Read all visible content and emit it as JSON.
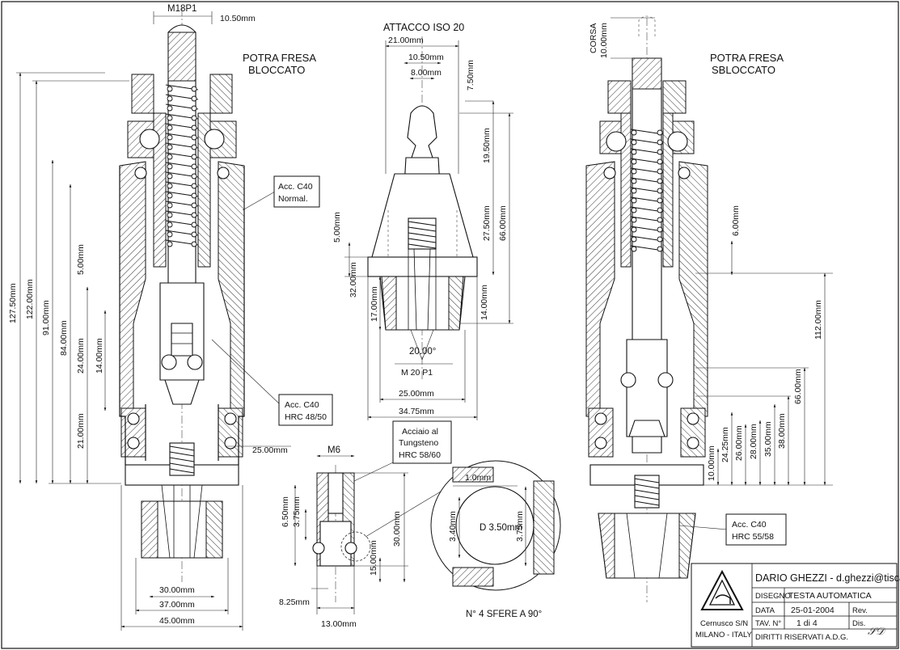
{
  "views": {
    "left": {
      "title_line1": "POTRA FRESA",
      "title_line2": "BLOCCATO",
      "thread": "M18P1",
      "dim_top": "10.50mm",
      "dims": {
        "h1": "127.50mm",
        "h2": "122.00mm",
        "h3": "91.00mm",
        "h4": "84.00mm",
        "h5": "5.00mm",
        "h6": "24.00mm",
        "h7": "14.00mm",
        "h8": "21.00mm",
        "w1": "30.00mm",
        "w2": "37.00mm",
        "w3": "45.00mm",
        "w4": "25.00mm"
      },
      "callout_a_line1": "Acc. C40",
      "callout_a_line2": "Normal.",
      "callout_b_line1": "Acc. C40",
      "callout_b_line2": "HRC 48/50"
    },
    "center": {
      "title": "ATTACCO ISO 20",
      "dims": {
        "w1": "21.00mm",
        "w2": "10.50mm",
        "w3": "8.00mm",
        "v1": "7.50mm",
        "v2": "19.50mm",
        "v3": "27.50mm",
        "v4": "66.00mm",
        "v5": "5.00mm",
        "v6": "32.00mm",
        "v7": "17.00mm",
        "v8": "14.00mm",
        "angle": "20.00°",
        "thread": "M 20 P1",
        "w4": "25.00mm",
        "w5": "34.75mm"
      }
    },
    "detail": {
      "thread": "M6",
      "material_line1": "Acciaio al",
      "material_line2": "Tungsteno",
      "material_line3": "HRC 58/60",
      "dims": {
        "a": "6.50mm",
        "b": "3.75mm",
        "c": "30.00mm",
        "d": "15.00mm",
        "e": "8.25mm",
        "f": "13.00mm"
      },
      "zoom": {
        "gap": "1.0mm",
        "diameter": "D 3.50mm",
        "h1": "3.40mm",
        "h2": "3.75mm"
      },
      "note": "N° 4 SFERE A 90°"
    },
    "right": {
      "title_line1": "POTRA FRESA",
      "title_line2": "SBLOCCATO",
      "stroke_label": "CORSA",
      "stroke_value": "10.00mm",
      "dims": {
        "a": "6.00mm",
        "b": "112.00mm",
        "c": "66.00mm",
        "d": "38.00mm",
        "e": "35.00mm",
        "f": "28.00mm",
        "g": "26.00mm",
        "h": "24.25mm",
        "i": "10.00mm"
      },
      "callout_line1": "Acc. C40",
      "callout_line2": "HRC 55/58"
    }
  },
  "title_block": {
    "author": "DARIO GHEZZI - d.ghezzi@tiscali.it",
    "drawing_label": "DISEGNO",
    "drawing_value": "TESTA AUTOMATICA",
    "date_label": "DATA",
    "date_value": "25-01-2004",
    "rev_label": "Rev.",
    "sheet_label": "TAV. N°",
    "sheet_value": "1 di 4",
    "dis_label": "Dis.",
    "signature": "DG",
    "rights": "DIRITTI RISERVATI  A.D.G.",
    "location_line1": "Cernusco S/N",
    "location_line2": "MILANO - ITALY",
    "logo_letters": "ADG"
  }
}
